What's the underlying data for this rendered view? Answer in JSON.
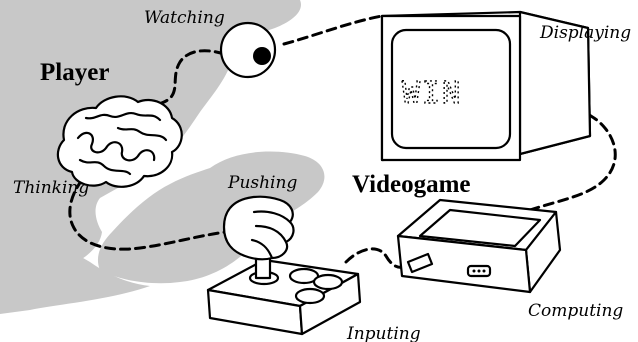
{
  "title": "Player and Videogame interaction loop",
  "regions": {
    "player_label": "Player",
    "videogame_label": "Videogame"
  },
  "steps": {
    "watching": "Watching",
    "displaying": "Displaying",
    "thinking": "Thinking",
    "pushing": "Pushing",
    "computing": "Computing",
    "inputing": "Inputing"
  },
  "screen_text": "WIN",
  "colors": {
    "player_region": "#c8c8c8",
    "ink": "#000000",
    "background": "#ffffff"
  },
  "icons": [
    "eye-icon",
    "brain-icon",
    "fist-icon",
    "monitor-icon",
    "console-icon",
    "joystick-icon"
  ]
}
